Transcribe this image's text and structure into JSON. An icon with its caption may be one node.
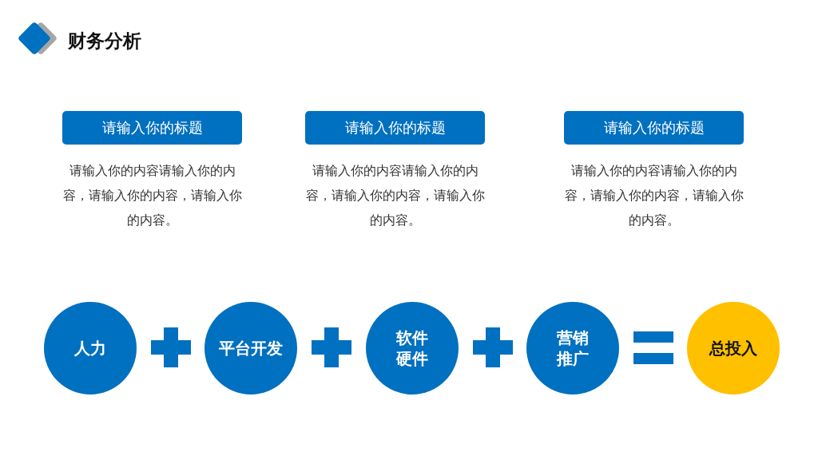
{
  "diagram": {
    "title": "财务分析",
    "nodes": [
      {
        "text": [
          "请输入你的标题"
        ],
        "beside": [
          "请输入你的内容请输入你的内容，请输入你的内容，请输入你的内容。"
        ]
      },
      {
        "text": [
          "请输入你的标题"
        ],
        "beside": [
          "请输入你的内容请输入你的内容，请输入你的内容，请输入你的内容。"
        ]
      },
      {
        "text": [
          "请输入你的标题"
        ],
        "beside": [
          "请输入你的内容请输入你的内容，请输入你的内容，请输入你的内容。"
        ]
      },
      {
        "text": [
          "人力"
        ]
      },
      {
        "text": [
          "平台开发"
        ]
      },
      {
        "text": [
          "软件硬件"
        ]
      },
      {
        "text": [
          "营销推广"
        ]
      },
      {
        "text": [
          "总投入"
        ]
      }
    ],
    "edges": []
  }
}
